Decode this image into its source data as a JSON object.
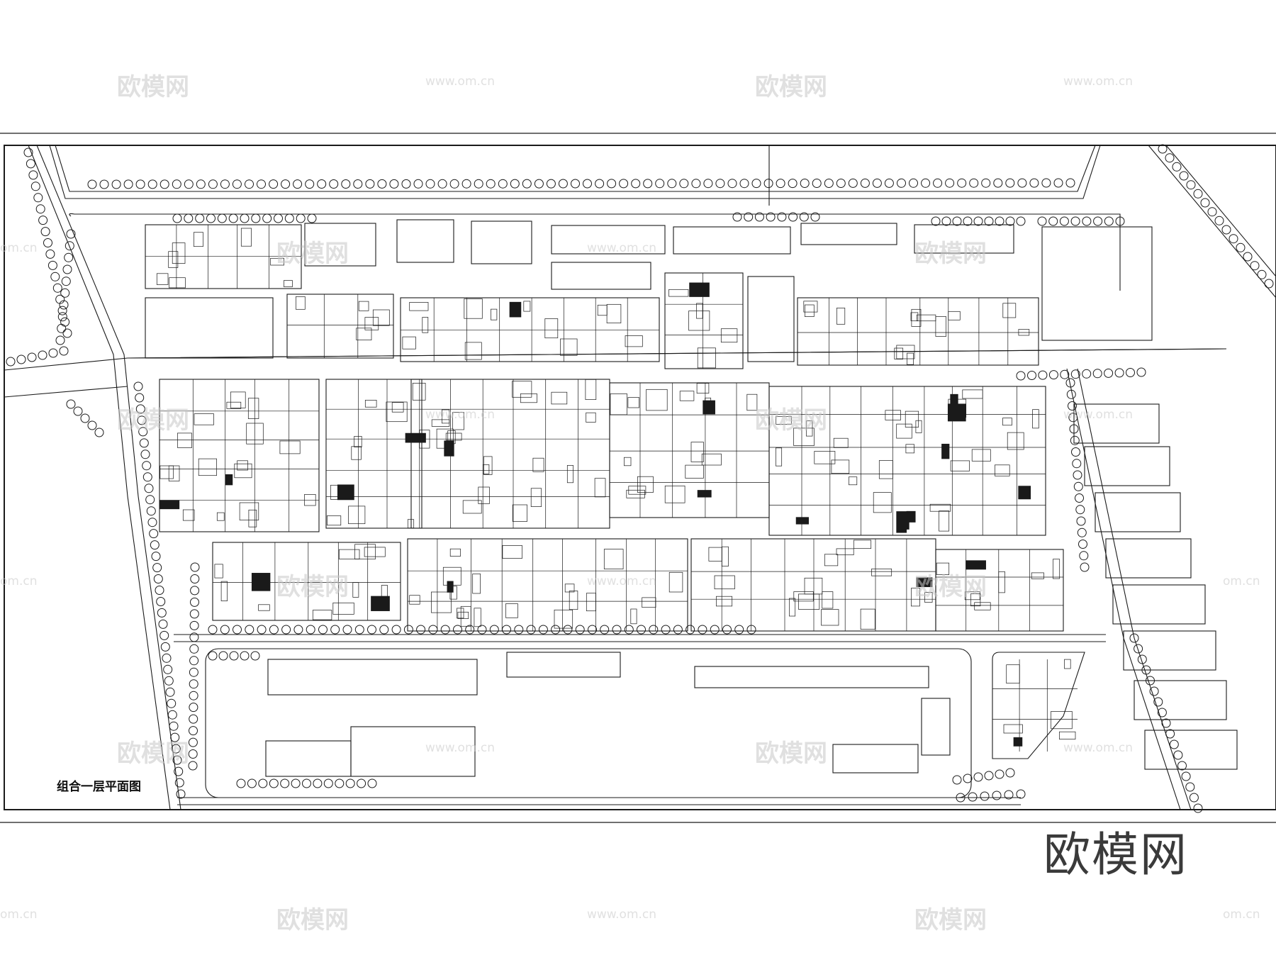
{
  "plan": {
    "title": "组合一层平面图"
  },
  "brand": {
    "mark": "欧模网"
  },
  "watermarks": {
    "cn": "欧模网",
    "url": "www.om.cn",
    "url_cut": "om.cn"
  },
  "colors": {
    "line": "#1a1a1a",
    "background": "#ffffff",
    "watermark": "#c8c8c8"
  }
}
